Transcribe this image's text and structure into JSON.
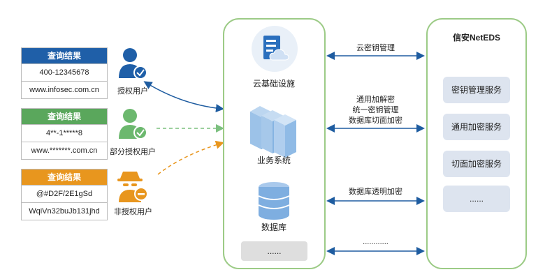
{
  "colors": {
    "authorized": "#1f5fa8",
    "partial": "#5aa75c",
    "unauthorized": "#e8961e",
    "panel_border": "#9ccb86",
    "link_blue": "#1e5ca0"
  },
  "cards": [
    {
      "header": "查询结果",
      "row1": "400-12345678",
      "row2": "www.infosec.com.cn"
    },
    {
      "header": "查询结果",
      "row1": "4**-1*****8",
      "row2": "www.*******.com.cn"
    },
    {
      "header": "查询结果",
      "row1": "@#D2F/2E1gSd",
      "row2": "WqiVn32buJb131jhd"
    }
  ],
  "users": {
    "authorized": "授权用户",
    "partial": "部分授权用户",
    "unauthorized": "非授权用户"
  },
  "middle_panel": {
    "cloud_label": "云基础设施",
    "business_label": "业务系统",
    "database_label": "数据库",
    "more": "......"
  },
  "right_panel": {
    "title": "信安NetEDS",
    "services": [
      "密钥管理服务",
      "通用加密服务",
      "切面加密服务",
      "......"
    ]
  },
  "links": {
    "kms": "云密钥管理",
    "crypto_line1": "通用加解密",
    "crypto_line2": "统一密钥管理",
    "crypto_line3": "数据库切面加密",
    "tde": "数据库透明加密",
    "more": "............"
  }
}
